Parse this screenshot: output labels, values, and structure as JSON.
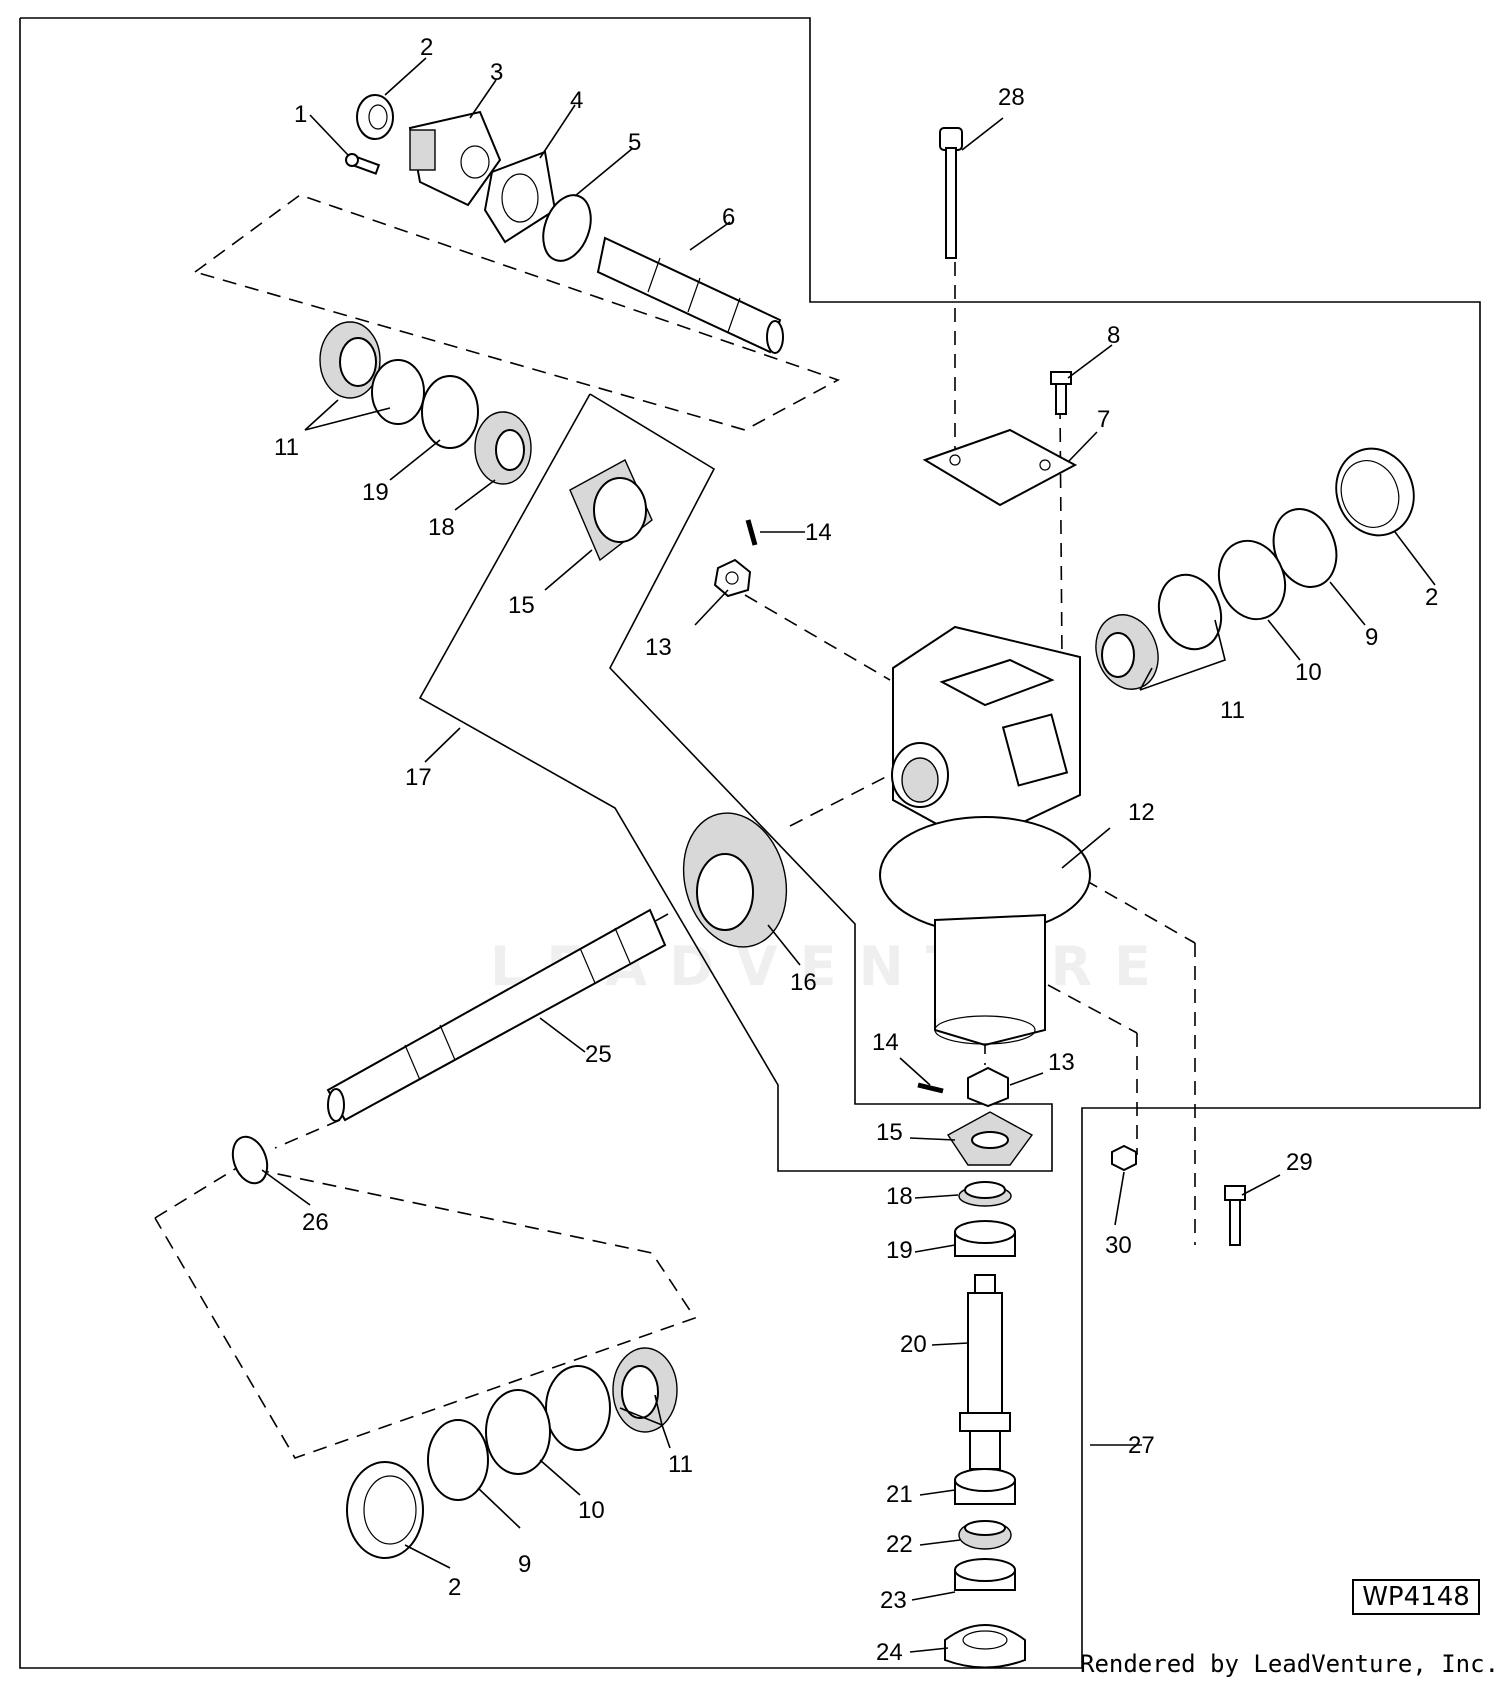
{
  "diagram": {
    "drawing_code": "WP4148",
    "render_credit": "Rendered by LeadVenture, Inc.",
    "watermark_text": "LEADVENTURE",
    "callouts": [
      "1",
      "2",
      "3",
      "4",
      "5",
      "6",
      "11",
      "19",
      "18",
      "15",
      "14",
      "13",
      "17",
      "16",
      "25",
      "26",
      "10",
      "9",
      "2",
      "11",
      "28",
      "8",
      "7",
      "2",
      "9",
      "10",
      "11",
      "12",
      "14",
      "13",
      "15",
      "18",
      "19",
      "20",
      "21",
      "22",
      "23",
      "24",
      "27",
      "29",
      "30"
    ]
  }
}
